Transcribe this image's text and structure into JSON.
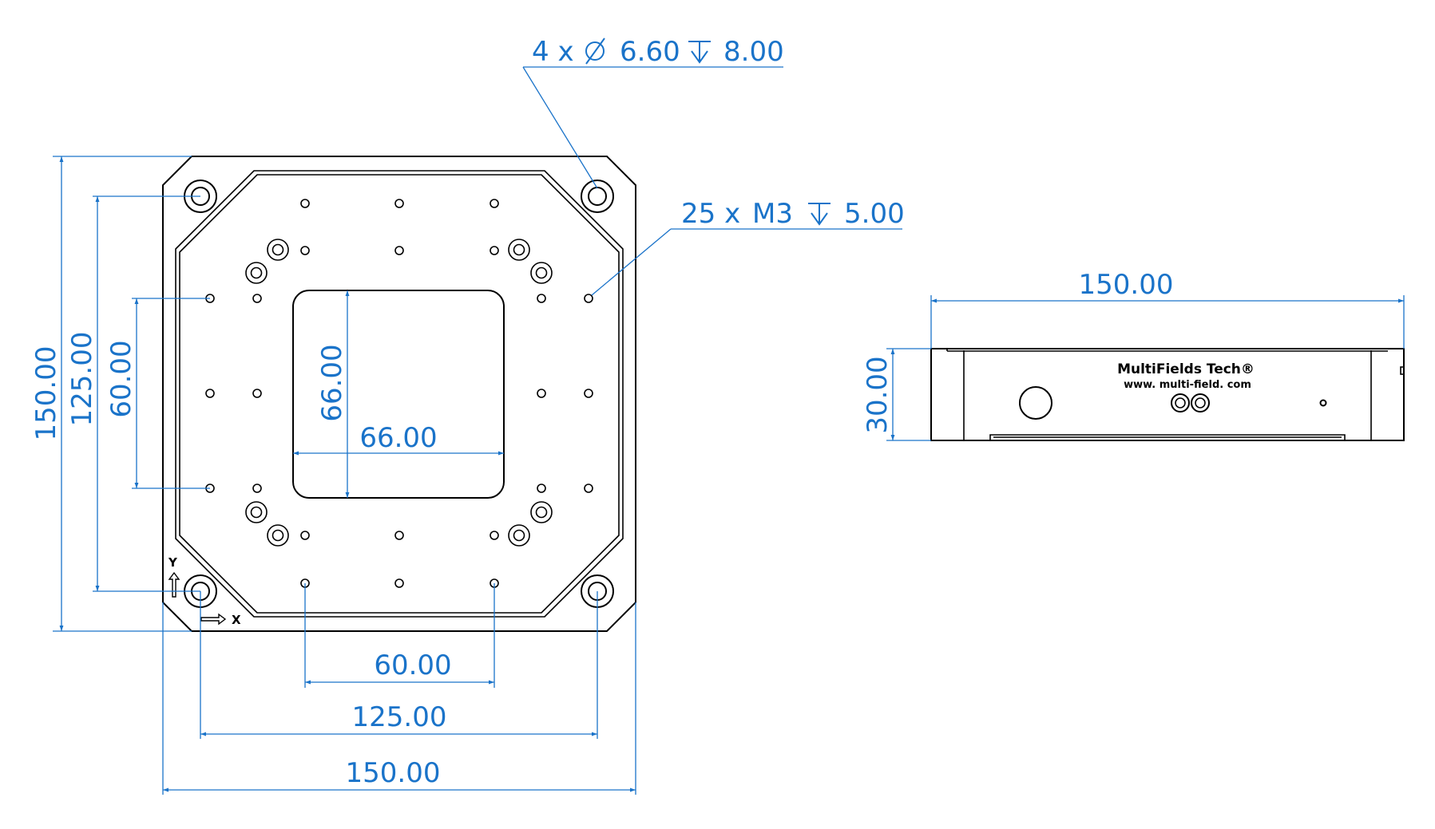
{
  "annotations": {
    "mount_holes": {
      "count": "4 x",
      "diameter": "6.60",
      "depth": "8.00"
    },
    "tapped_holes": {
      "count": "25 x",
      "thread": "M3",
      "depth": "5.00"
    }
  },
  "top_view": {
    "width_overall": "150.00",
    "height_overall": "150.00",
    "mount_spacing_x": "125.00",
    "mount_spacing_y": "125.00",
    "hole_pitch_x": "60.00",
    "hole_pitch_y": "60.00",
    "aperture_width": "66.00",
    "aperture_height": "66.00",
    "axis_x": "X",
    "axis_y": "Y"
  },
  "side_view": {
    "width": "150.00",
    "height": "30.00",
    "brand": "MultiFields Tech®",
    "website": "www. multi-field. com"
  },
  "colors": {
    "dimension": "#1a73c9",
    "outline": "#000000"
  }
}
